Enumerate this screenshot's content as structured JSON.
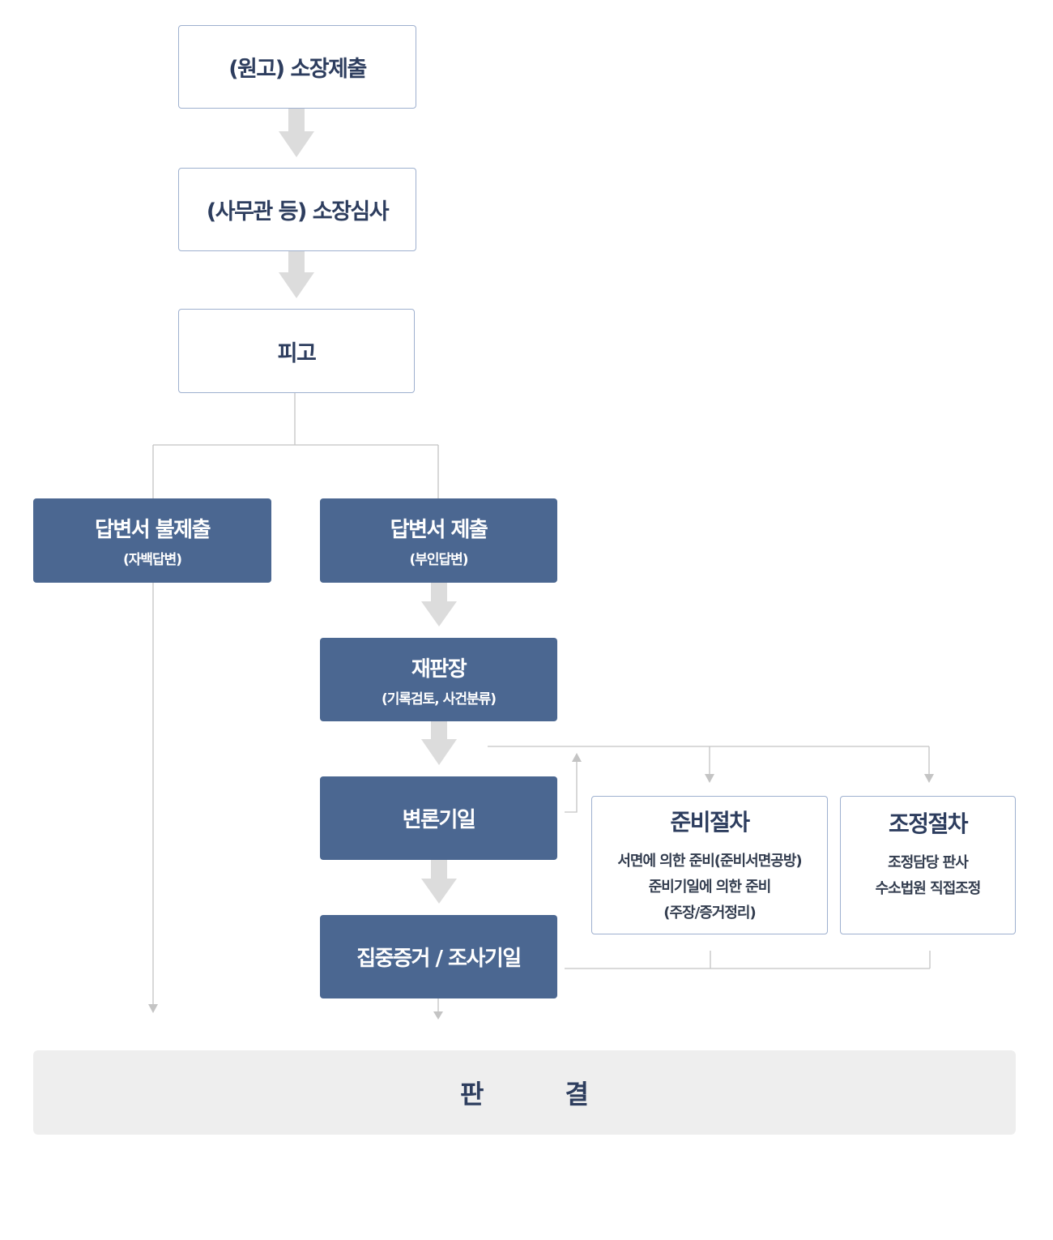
{
  "nodes": {
    "complaint_filing": {
      "title": "(원고) 소장제출"
    },
    "complaint_review": {
      "title": "(사무관 등) 소장심사"
    },
    "defendant": {
      "title": "피고"
    },
    "no_answer": {
      "title": "답변서 불제출",
      "subtitle": "(자백답변)"
    },
    "answer_submitted": {
      "title": "답변서 제출",
      "subtitle": "(부인답변)"
    },
    "presiding_judge": {
      "title": "재판장",
      "subtitle": "(기록검토, 사건분류)"
    },
    "hearing_date": {
      "title": "변론기일"
    },
    "evidence_date": {
      "title": "집중증거 / 조사기일"
    },
    "preparatory": {
      "title": "준비절차",
      "lines": [
        "서면에 의한 준비(준비서면공방)",
        "준비기일에 의한 준비",
        "(주장/증거정리)"
      ]
    },
    "mediation": {
      "title": "조정절차",
      "lines": [
        "조정담당 판사",
        "수소법원 직접조정"
      ]
    },
    "judgment": {
      "title": "판",
      "title2": "결"
    }
  },
  "colors": {
    "dark_box": "#4b6791",
    "border": "#9eb0cf",
    "arrow": "#dcdcdc",
    "line": "#c4c4c4",
    "final_bg": "#eeeeee"
  }
}
